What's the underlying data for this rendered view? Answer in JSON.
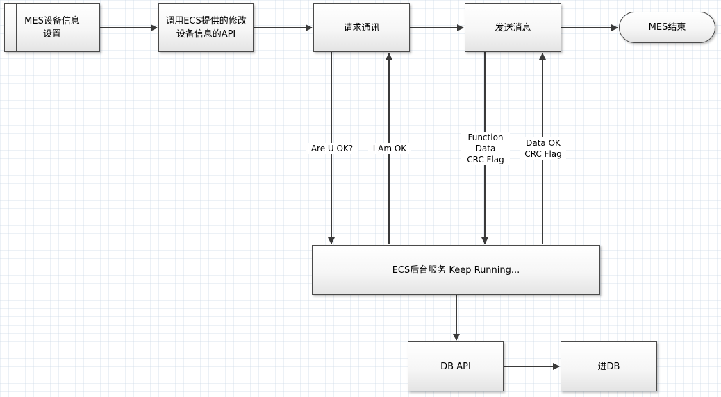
{
  "nodes": {
    "mes_setting": "MES设备信息设置",
    "call_api": "调用ECS提供的修改设备信息的API",
    "request_comm": "请求通讯",
    "send_msg": "发送消息",
    "mes_end": "MES结束",
    "ecs_service": "ECS后台服务 Keep Running...",
    "db_api": "DB API",
    "into_db": "进DB"
  },
  "labels": {
    "are_u_ok": "Are U OK?",
    "i_am_ok": "I Am OK",
    "function_data_crc": "Function\nData\nCRC Flag",
    "data_ok_crc": "Data OK\nCRC Flag"
  },
  "colors": {
    "line": "#3a3a3a",
    "border": "#4a4a4a"
  }
}
